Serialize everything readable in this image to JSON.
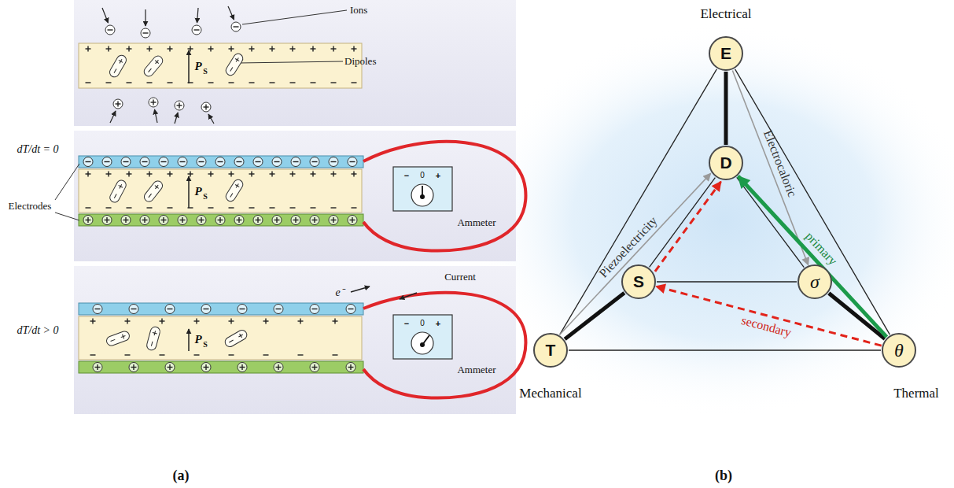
{
  "diagram": {
    "nodes": [
      {
        "text": [
          "E"
        ]
      },
      {
        "text": [
          "D"
        ]
      },
      {
        "text": [
          "S"
        ]
      },
      {
        "text": [
          "σ"
        ]
      },
      {
        "text": [
          "T"
        ]
      },
      {
        "text": [
          "θ"
        ]
      }
    ],
    "edges": [
      {
        "from": 0,
        "to": 1,
        "arrow": "none"
      },
      {
        "from": 4,
        "to": 2,
        "arrow": "none"
      },
      {
        "from": 3,
        "to": 5,
        "arrow": "none"
      },
      {
        "from": 0,
        "to": 4,
        "arrow": "none"
      },
      {
        "from": 0,
        "to": 5,
        "arrow": "none"
      },
      {
        "from": 4,
        "to": 5,
        "arrow": "none"
      },
      {
        "from": 1,
        "to": 2,
        "arrow": "none"
      },
      {
        "from": 1,
        "to": 3,
        "arrow": "none"
      },
      {
        "from": 2,
        "to": 3,
        "arrow": "none"
      },
      {
        "from": 4,
        "to": 1,
        "arrow": "to",
        "label": "Piezoelectricity"
      },
      {
        "from": 0,
        "to": 3,
        "arrow": "to",
        "label": "Electrocaloric"
      },
      {
        "from": 5,
        "to": 1,
        "arrow": "to",
        "label": "primary"
      },
      {
        "from": 5,
        "to": 2,
        "arrow": "to",
        "label": "secondary"
      },
      {
        "from": 2,
        "to": 1,
        "arrow": "to"
      }
    ],
    "labels": [
      "Ions",
      "Dipoles",
      "P",
      "S",
      "dT/dt = 0",
      "Electrodes",
      "P",
      "S",
      "−",
      "0",
      "+",
      "Ammeter",
      "dT/dt > 0",
      "e⁻",
      "Current",
      "P",
      "S",
      "−",
      "0",
      "+",
      "Ammeter",
      "Electrical",
      "Mechanical",
      "Thermal",
      "(a)",
      "(b)"
    ]
  }
}
